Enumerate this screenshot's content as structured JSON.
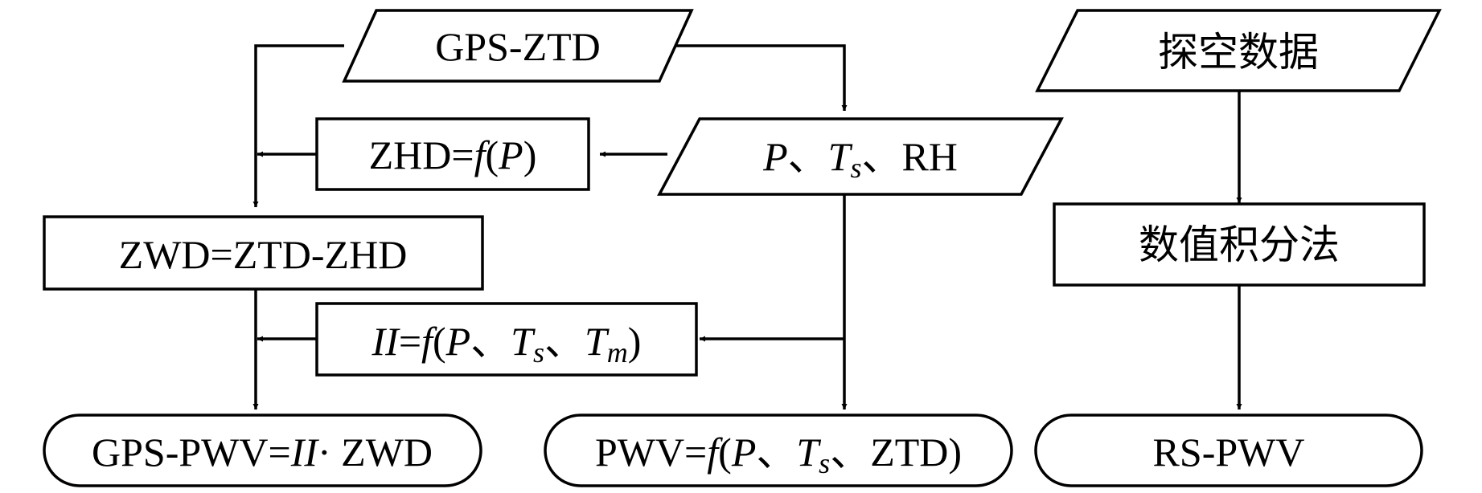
{
  "nodes": {
    "gps_ztd": "GPS-ZTD",
    "sounding_data": "探空数据",
    "zhd_prefix": "ZHD=",
    "f": "f",
    "paren_open": "(",
    "paren_close": ")",
    "p": "P",
    "t": "T",
    "s": "s",
    "m": "m",
    "dun": "、",
    "rh": "RH",
    "numerical_integration": "数值积分法",
    "zwd_eq": "ZWD=ZTD-ZHD",
    "pi": "II",
    "eq": "=",
    "gps_pwv_prefix": "GPS-PWV=",
    "dot_zwd": "· ZWD",
    "pwv_prefix": "PWV=",
    "ztd": "ZTD",
    "rs_pwv": "RS-PWV"
  },
  "colors": {
    "stroke": "#000000",
    "fill": "#ffffff"
  }
}
